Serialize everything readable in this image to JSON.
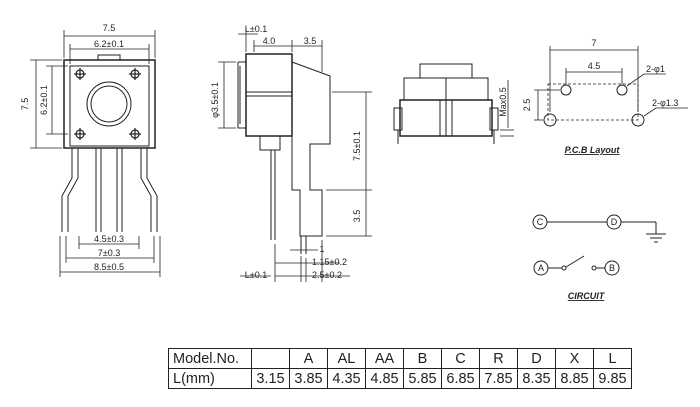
{
  "front_view": {
    "dims": {
      "body_width": "7.5",
      "top_width": "6.2±0.1",
      "body_height": "7.5",
      "height_inner": "6.2±0.1",
      "pin_spacing_inner": "4.5±0.3",
      "pin_spacing_mid": "7±0.3",
      "pin_spacing_outer": "8.5±0.5"
    }
  },
  "side_view": {
    "dims": {
      "top_offset": "L±0.1",
      "body_depth": "4.0",
      "extension": "3.5",
      "diameter": "φ3.5±0.1",
      "height": "7.5±0.1",
      "lower": "3.5",
      "lead": "1",
      "offset_a": "1.15±0.2",
      "offset_b": "2.5±0.2",
      "bottom_offset": "L±0.1"
    }
  },
  "rear_view": {
    "dims": {
      "max": "Max0.5"
    }
  },
  "pcb_layout": {
    "caption": "P.C.B Layout",
    "dims": {
      "total": "7",
      "inner": "4.5",
      "height": "2.5",
      "hole_small": "2-φ1",
      "hole_large": "2-φ1.3"
    }
  },
  "circuit": {
    "caption": "CIRCUIT",
    "nodes": {
      "c": "C",
      "d": "D",
      "a": "A",
      "b": "B"
    }
  },
  "model_table": {
    "header_label": "Model.No.",
    "row_label": "L(mm)",
    "models": [
      "",
      "A",
      "AL",
      "AA",
      "B",
      "C",
      "R",
      "D",
      "X",
      "L"
    ],
    "lengths": [
      "3.15",
      "3.85",
      "4.35",
      "4.85",
      "5.85",
      "6.85",
      "7.85",
      "8.35",
      "8.85",
      "9.85"
    ]
  }
}
